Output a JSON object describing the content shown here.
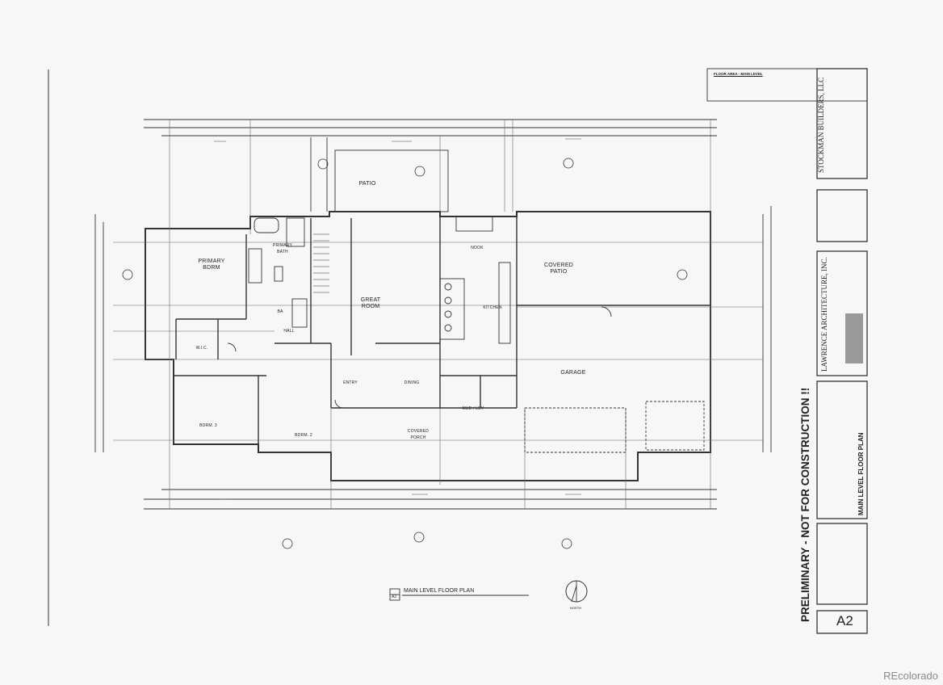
{
  "sheet": {
    "rooms": {
      "patio": "PATIO",
      "primary_bdrm": "PRIMARY\nBDRM",
      "primary_bath": "PRIMARY\nBATH",
      "wic": "W.I.C.",
      "hall": "HALL",
      "great_room": "GREAT\nROOM",
      "nook": "NOOK",
      "kitchen": "KITCHEN",
      "covered_patio": "COVERED\nPATIO",
      "garage": "GARAGE",
      "entry": "ENTRY",
      "dining": "DINING",
      "mud_ldy": "MUD / LDY",
      "covered_porch": "COVERED\nPORCH",
      "bdrm3": "BDRM. 3",
      "bdrm2": "BDRM. 2",
      "ba": "BA"
    },
    "floor_area_title": "FLOOR AREA - MAIN LEVEL",
    "plan_title": "MAIN LEVEL FLOOR PLAN",
    "plan_ref": "A2",
    "north_label": "NORTH",
    "builder": "STOCKMAN BUILDERS, LLC",
    "architect": "LAWRENCE ARCHITECTURE, INC.",
    "preliminary": "PRELIMINARY - NOT FOR CONSTRUCTION !!",
    "sheet_title": "MAIN LEVEL FLOOR PLAN",
    "sheet_number": "A2",
    "watermark": "REcolorado"
  }
}
